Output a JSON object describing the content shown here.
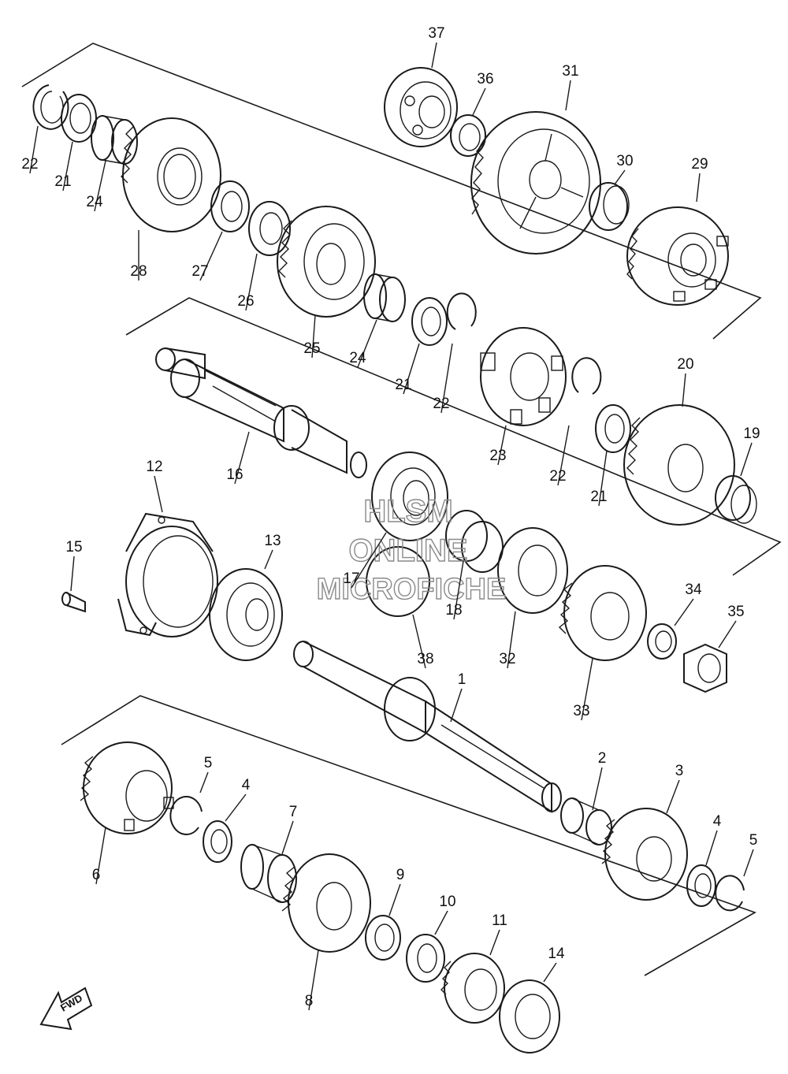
{
  "watermark": {
    "line1": "HLSM",
    "line2": "ONLINE",
    "line3": "MICROFICHE"
  },
  "direction_label": "FWD",
  "callouts": [
    {
      "id": "c37a",
      "label": "37"
    },
    {
      "id": "c36a",
      "label": "36"
    },
    {
      "id": "c31a",
      "label": "31"
    },
    {
      "id": "c30a",
      "label": "30"
    },
    {
      "id": "c29a",
      "label": "29"
    },
    {
      "id": "c22a",
      "label": "22"
    },
    {
      "id": "c21a",
      "label": "21"
    },
    {
      "id": "c24a",
      "label": "24"
    },
    {
      "id": "c28a",
      "label": "28"
    },
    {
      "id": "c27a",
      "label": "27"
    },
    {
      "id": "c26a",
      "label": "26"
    },
    {
      "id": "c25a",
      "label": "25"
    },
    {
      "id": "c24b",
      "label": "24"
    },
    {
      "id": "c21b",
      "label": "21"
    },
    {
      "id": "c22b",
      "label": "22"
    },
    {
      "id": "c23a",
      "label": "23"
    },
    {
      "id": "c20a",
      "label": "20"
    },
    {
      "id": "c19a",
      "label": "19"
    },
    {
      "id": "c22c",
      "label": "22"
    },
    {
      "id": "c21c",
      "label": "21"
    },
    {
      "id": "c16a",
      "label": "16"
    },
    {
      "id": "c12a",
      "label": "12"
    },
    {
      "id": "c15a",
      "label": "15"
    },
    {
      "id": "c13a",
      "label": "13"
    },
    {
      "id": "c17a",
      "label": "17"
    },
    {
      "id": "c18a",
      "label": "18"
    },
    {
      "id": "c38a",
      "label": "38"
    },
    {
      "id": "c32a",
      "label": "32"
    },
    {
      "id": "c34a",
      "label": "34"
    },
    {
      "id": "c35a",
      "label": "35"
    },
    {
      "id": "c33a",
      "label": "33"
    },
    {
      "id": "c1a",
      "label": "1"
    },
    {
      "id": "c2a",
      "label": "2"
    },
    {
      "id": "c3a",
      "label": "3"
    },
    {
      "id": "c4a",
      "label": "4"
    },
    {
      "id": "c5a",
      "label": "5"
    },
    {
      "id": "c4b",
      "label": "4"
    },
    {
      "id": "c5b",
      "label": "5"
    },
    {
      "id": "c6a",
      "label": "6"
    },
    {
      "id": "c7a",
      "label": "7"
    },
    {
      "id": "c8a",
      "label": "8"
    },
    {
      "id": "c9a",
      "label": "9"
    },
    {
      "id": "c10a",
      "label": "10"
    },
    {
      "id": "c11a",
      "label": "11"
    },
    {
      "id": "c14a",
      "label": "14"
    }
  ]
}
